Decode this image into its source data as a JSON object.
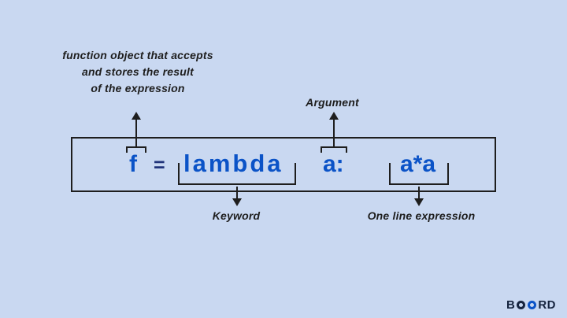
{
  "colors": {
    "background": "#c9d8f1",
    "code_blue": "#0b53c7",
    "equals_navy": "#20337a",
    "ink": "#1e1e1e",
    "logo_navy": "#16243f"
  },
  "code": {
    "variable": "f",
    "equals": "=",
    "keyword": "lambda",
    "argument": "a:",
    "expression": "a*a"
  },
  "labels": {
    "function_object_lines": [
      "function object that accepts",
      "and stores the result",
      "of the expression"
    ],
    "argument": "Argument",
    "keyword": "Keyword",
    "expression": "One line expression"
  },
  "logo": {
    "b": "B",
    "rd": "RD"
  }
}
